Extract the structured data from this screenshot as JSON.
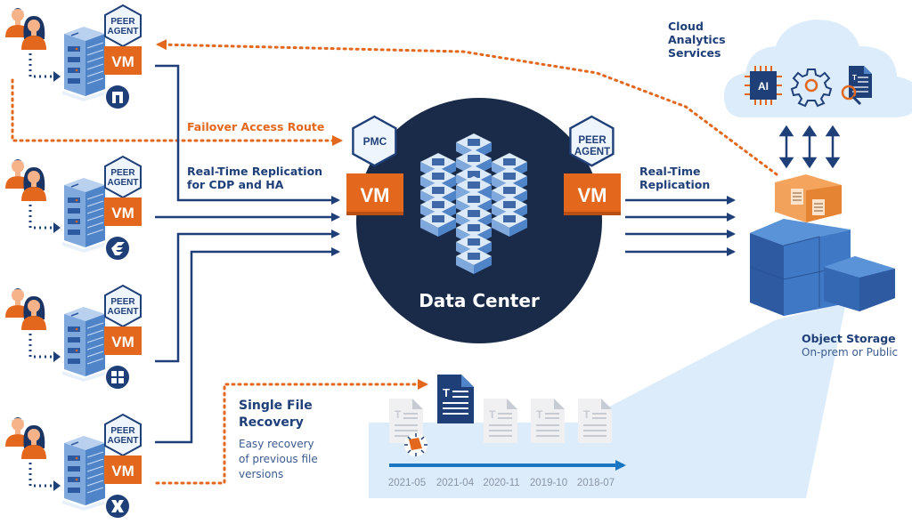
{
  "colors": {
    "navy": "#1f3f79",
    "dark_circle": "#1a2b4a",
    "orange": "#e3671d",
    "light_blue": "#dcecfb",
    "server_blue": "#5a8fd0",
    "timeline_blue": "#1976c2",
    "date_gray": "#8a94a6"
  },
  "left_nodes": [
    {
      "badge_top": "PEER",
      "badge_bottom": "AGENT",
      "vm": "VM",
      "platform_icon": "nutanix-icon"
    },
    {
      "badge_top": "PEER",
      "badge_bottom": "AGENT",
      "vm": "VM",
      "platform_icon": "egnyte-icon"
    },
    {
      "badge_top": "PEER",
      "badge_bottom": "AGENT",
      "vm": "VM",
      "platform_icon": "windows-icon"
    },
    {
      "badge_top": "PEER",
      "badge_bottom": "AGENT",
      "vm": "VM",
      "platform_icon": "nutanix-x-icon"
    }
  ],
  "labels": {
    "failover": "Failover Access Route",
    "replication_left_1": "Real-Time Replication",
    "replication_left_2": "for CDP and HA",
    "replication_right_1": "Real-Time",
    "replication_right_2": "Replication",
    "cloud_1": "Cloud",
    "cloud_2": "Analytics",
    "cloud_3": "Services",
    "storage_title": "Object Storage",
    "storage_sub": "On-prem or Public",
    "sfr_title_1": "Single File",
    "sfr_title_2": "Recovery",
    "sfr_sub_1": "Easy recovery",
    "sfr_sub_2": "of previous file",
    "sfr_sub_3": "versions"
  },
  "data_center": {
    "title": "Data Center",
    "pmc_badge": "PMC",
    "pmc_vm": "VM",
    "peer_badge_top": "PEER",
    "peer_badge_bottom": "AGENT",
    "peer_vm": "VM"
  },
  "cloud": {
    "ai_label": "AI",
    "icons": [
      "ai-chip-icon",
      "gear-icon",
      "document-search-icon"
    ]
  },
  "timeline": {
    "dates": [
      "2021-05",
      "2021-04",
      "2020-11",
      "2019-10",
      "2018-07"
    ],
    "highlighted_index": 1,
    "infected_index": 0
  }
}
